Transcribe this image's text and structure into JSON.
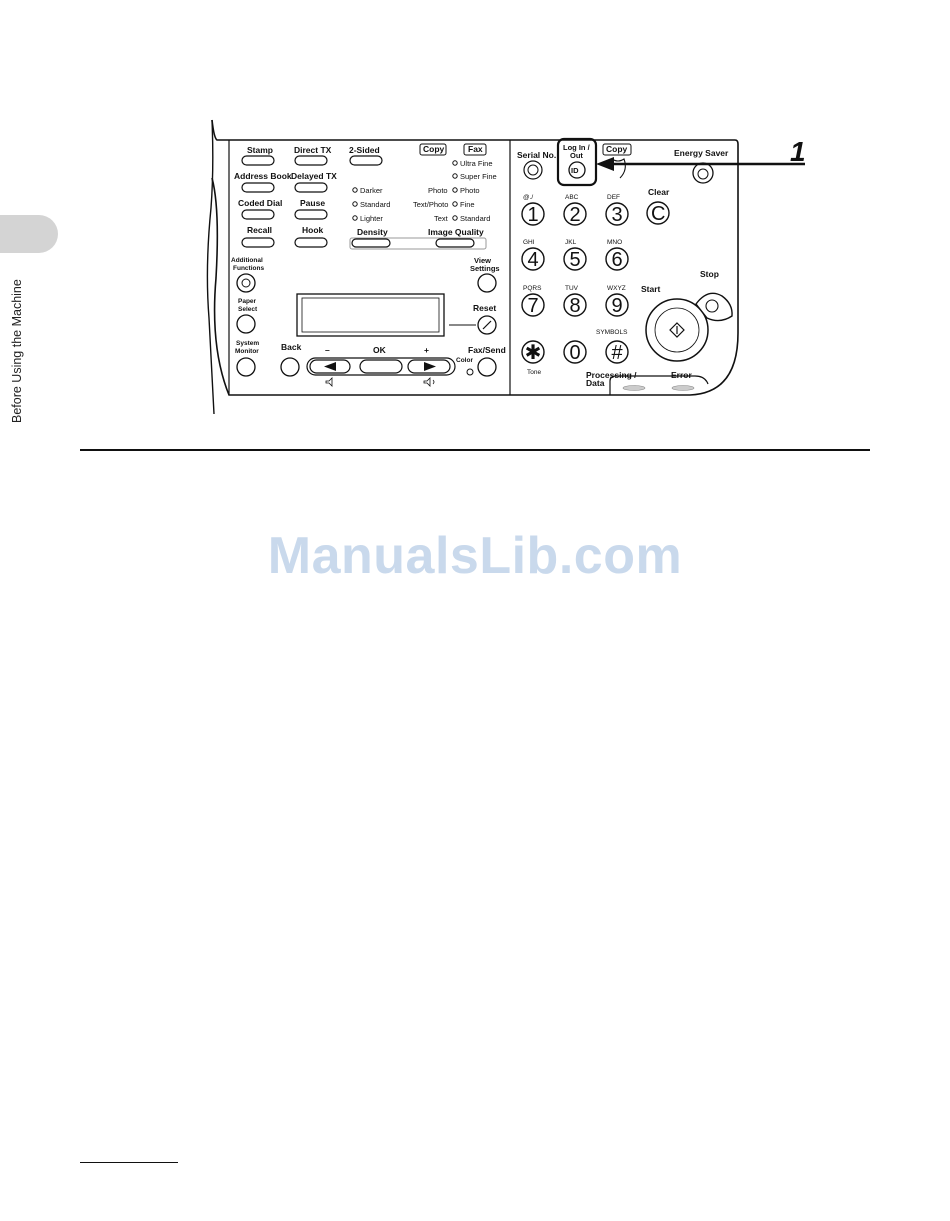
{
  "sidebar": {
    "chapter_title": "Before Using the Machine"
  },
  "watermark": "ManualsLib.com",
  "callout": "1",
  "panel": {
    "labels": {
      "stamp": "Stamp",
      "direct_tx": "Direct TX",
      "two_sided": "2-Sided",
      "copy_tag": "Copy",
      "fax_tag": "Fax",
      "ultra_fine": "Ultra Fine",
      "super_fine": "Super Fine",
      "address_book": "Address Book",
      "delayed_tx": "Delayed TX",
      "darker": "Darker",
      "standard": "Standard",
      "lighter": "Lighter",
      "photo_left": "Photo",
      "photo_right": "Photo",
      "text_photo": "Text/Photo",
      "fine": "Fine",
      "text_left": "Text",
      "standard_right": "Standard",
      "coded_dial": "Coded Dial",
      "pause": "Pause",
      "recall": "Recall",
      "hook": "Hook",
      "density": "Density",
      "image_quality": "Image Quality",
      "additional": "Additional",
      "functions": "Functions",
      "view": "View",
      "settings": "Settings",
      "paper": "Paper",
      "select": "Select",
      "reset": "Reset",
      "system": "System",
      "monitor": "Monitor",
      "back": "Back",
      "ok": "OK",
      "minus": "–",
      "plus": "+",
      "fax_send": "Fax/Send",
      "color": "Color",
      "serial_no": "Serial No.",
      "log_in": "Log In /",
      "out": "Out",
      "id": "ID",
      "copy_tag2": "Copy",
      "energy_saver": "Energy Saver",
      "clear": "Clear",
      "clear_key": "C",
      "start": "Start",
      "stop": "Stop",
      "tone": "Tone",
      "processing": "Processing /",
      "data": "Data",
      "error": "Error",
      "symbols": "SYMBOLS"
    },
    "keys": [
      {
        "digit": "1",
        "letters": "@./"
      },
      {
        "digit": "2",
        "letters": "ABC"
      },
      {
        "digit": "3",
        "letters": "DEF"
      },
      {
        "digit": "4",
        "letters": "GHI"
      },
      {
        "digit": "5",
        "letters": "JKL"
      },
      {
        "digit": "6",
        "letters": "MNO"
      },
      {
        "digit": "7",
        "letters": "PQRS"
      },
      {
        "digit": "8",
        "letters": "TUV"
      },
      {
        "digit": "9",
        "letters": "WXYZ"
      },
      {
        "digit": "✱",
        "letters": ""
      },
      {
        "digit": "0",
        "letters": ""
      },
      {
        "digit": "#",
        "letters": ""
      }
    ]
  }
}
